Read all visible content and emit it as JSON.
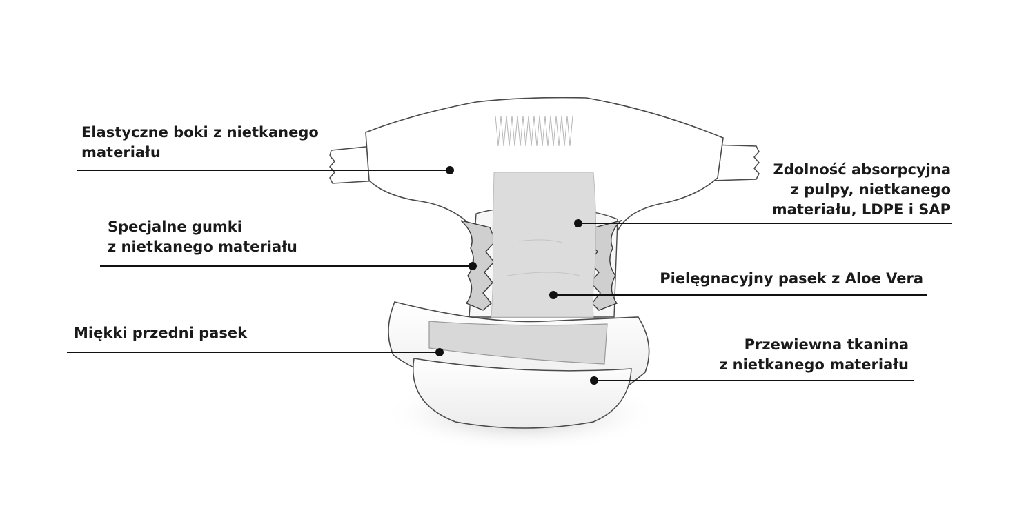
{
  "callouts": {
    "side_panels": {
      "lines": [
        "Elastyczne boki z nietkanego",
        "materiału"
      ]
    },
    "leg_elastics": {
      "lines": [
        "Specjalne gumki",
        "z nietkanego materiału"
      ]
    },
    "front_strip": {
      "lines": [
        "Miękki przedni pasek"
      ]
    },
    "absorbency": {
      "lines": [
        "Zdolność absorpcyjna",
        "z pulpy, nietkanego",
        "materiału, LDPE i SAP"
      ]
    },
    "aloe_strip": {
      "lines": [
        "Pielęgnacyjny pasek z Aloe Vera"
      ]
    },
    "backsheet": {
      "lines": [
        "Przewiewna tkanina",
        "z nietkanego materiału"
      ]
    }
  },
  "colors": {
    "leader_line": "#111111",
    "diaper_outline": "#4a4a4a",
    "core_fill": "#dcdcdc"
  }
}
